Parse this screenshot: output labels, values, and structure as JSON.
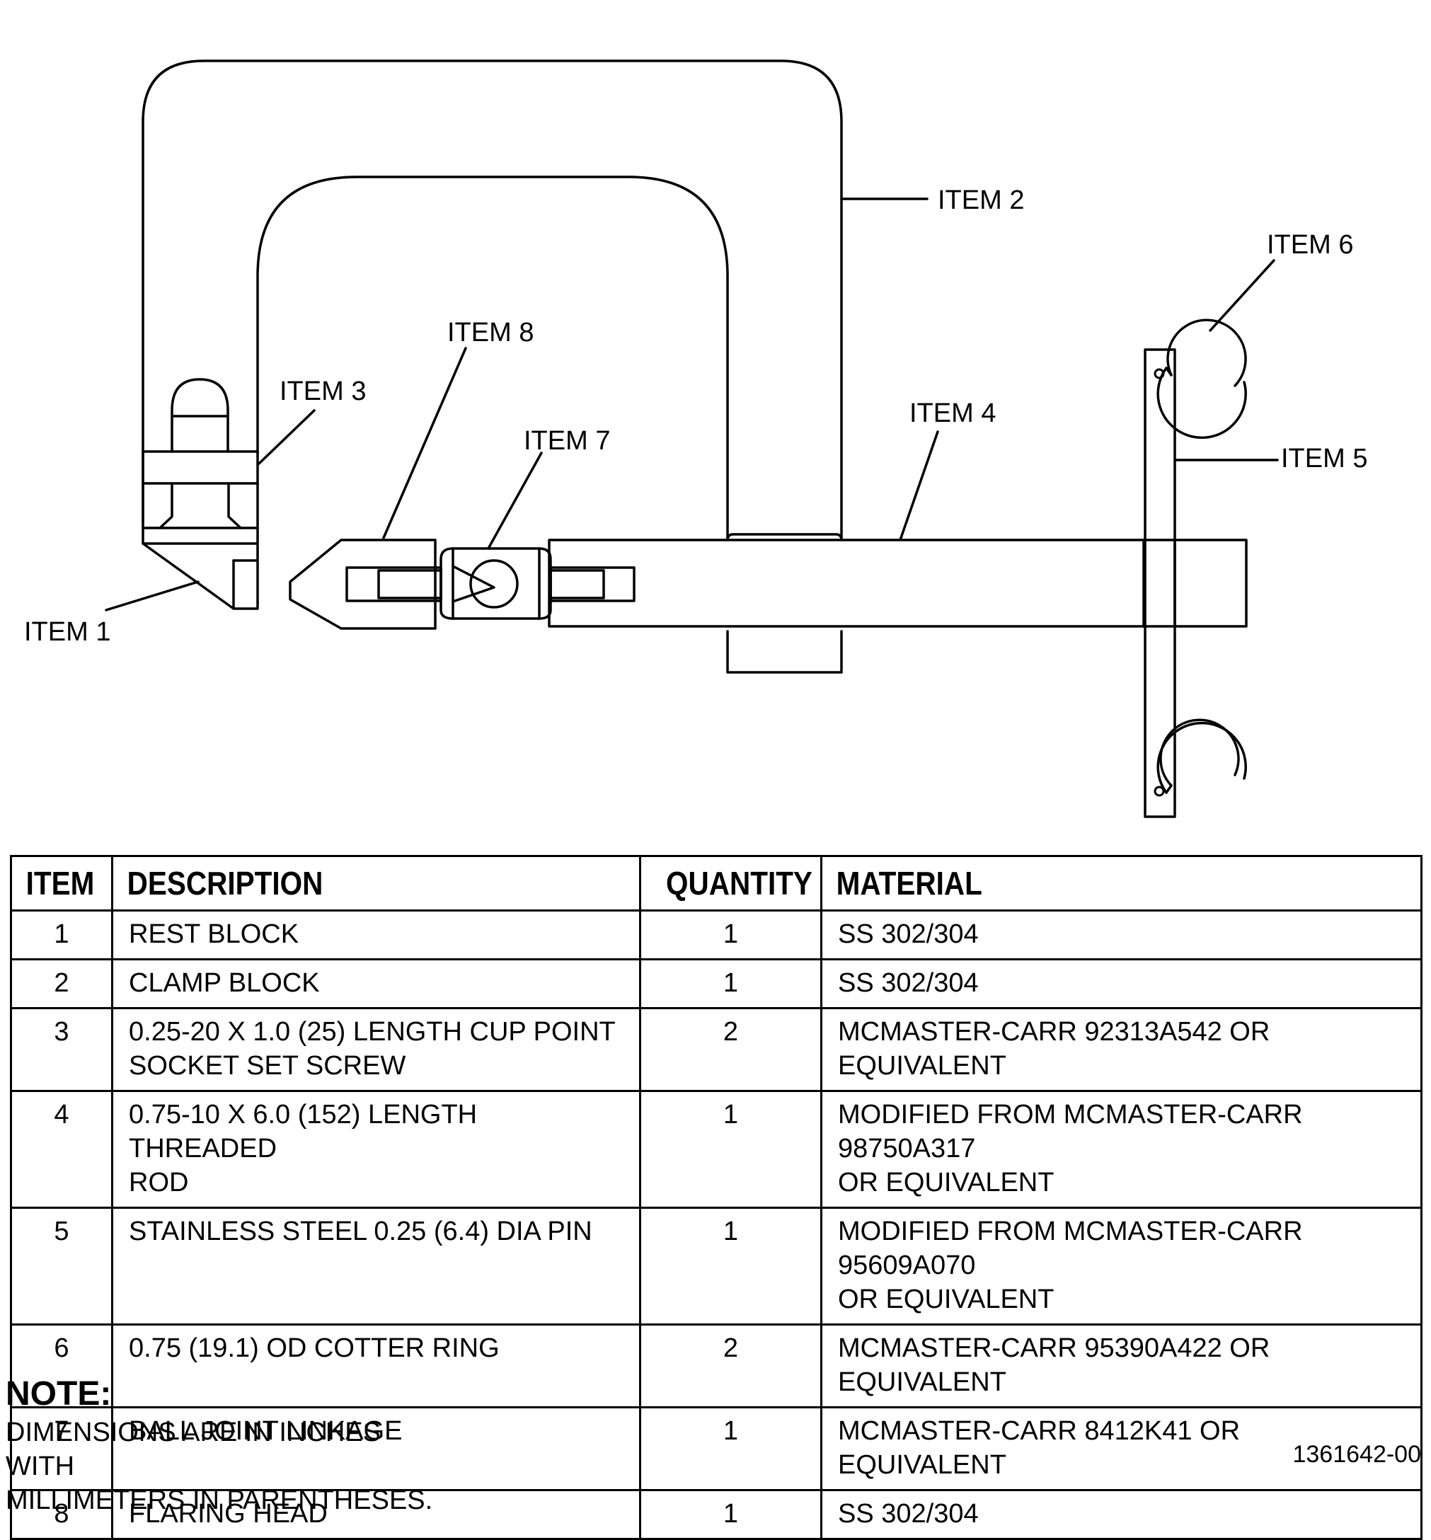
{
  "callouts": {
    "item1": "ITEM 1",
    "item2": "ITEM 2",
    "item3": "ITEM 3",
    "item4": "ITEM 4",
    "item5": "ITEM 5",
    "item6": "ITEM 6",
    "item7": "ITEM 7",
    "item8": "ITEM 8"
  },
  "bom": {
    "headers": {
      "item": "ITEM",
      "description": "DESCRIPTION",
      "quantity": "QUANTITY",
      "material": "MATERIAL"
    },
    "rows": [
      {
        "item": "1",
        "description_1": "REST BLOCK",
        "description_2": "",
        "quantity": "1",
        "material_1": "SS 302/304",
        "material_2": ""
      },
      {
        "item": "2",
        "description_1": "CLAMP BLOCK",
        "description_2": "",
        "quantity": "1",
        "material_1": "SS 302/304",
        "material_2": ""
      },
      {
        "item": "3",
        "description_1": "0.25-20 X 1.0 (25) LENGTH CUP POINT",
        "description_2": "SOCKET SET SCREW",
        "quantity": "2",
        "material_1": "MCMASTER-CARR 92313A542 OR EQUIVALENT",
        "material_2": ""
      },
      {
        "item": "4",
        "description_1": "0.75-10 X 6.0 (152) LENGTH THREADED",
        "description_2": "ROD",
        "quantity": "1",
        "material_1": "MODIFIED FROM MCMASTER-CARR 98750A317",
        "material_2": "OR EQUIVALENT"
      },
      {
        "item": "5",
        "description_1": "STAINLESS STEEL 0.25 (6.4) DIA PIN",
        "description_2": "",
        "quantity": "1",
        "material_1": "MODIFIED FROM MCMASTER-CARR 95609A070",
        "material_2": "OR EQUIVALENT"
      },
      {
        "item": "6",
        "description_1": "0.75 (19.1) OD COTTER RING",
        "description_2": "",
        "quantity": "2",
        "material_1": "MCMASTER-CARR 95390A422 OR EQUIVALENT",
        "material_2": ""
      },
      {
        "item": "7",
        "description_1": "BALL JOINT LINKAGE",
        "description_2": "",
        "quantity": "1",
        "material_1": "MCMASTER-CARR 8412K41 OR EQUIVALENT",
        "material_2": ""
      },
      {
        "item": "8",
        "description_1": "FLARING HEAD",
        "description_2": "",
        "quantity": "1",
        "material_1": "SS 302/304",
        "material_2": ""
      }
    ]
  },
  "note": {
    "title": "NOTE:",
    "line1": "DIMENSIONS ARE IN INCHES WITH",
    "line2": "MILLIMETERS IN PARENTHESES."
  },
  "drawing_number": "1361642-00"
}
